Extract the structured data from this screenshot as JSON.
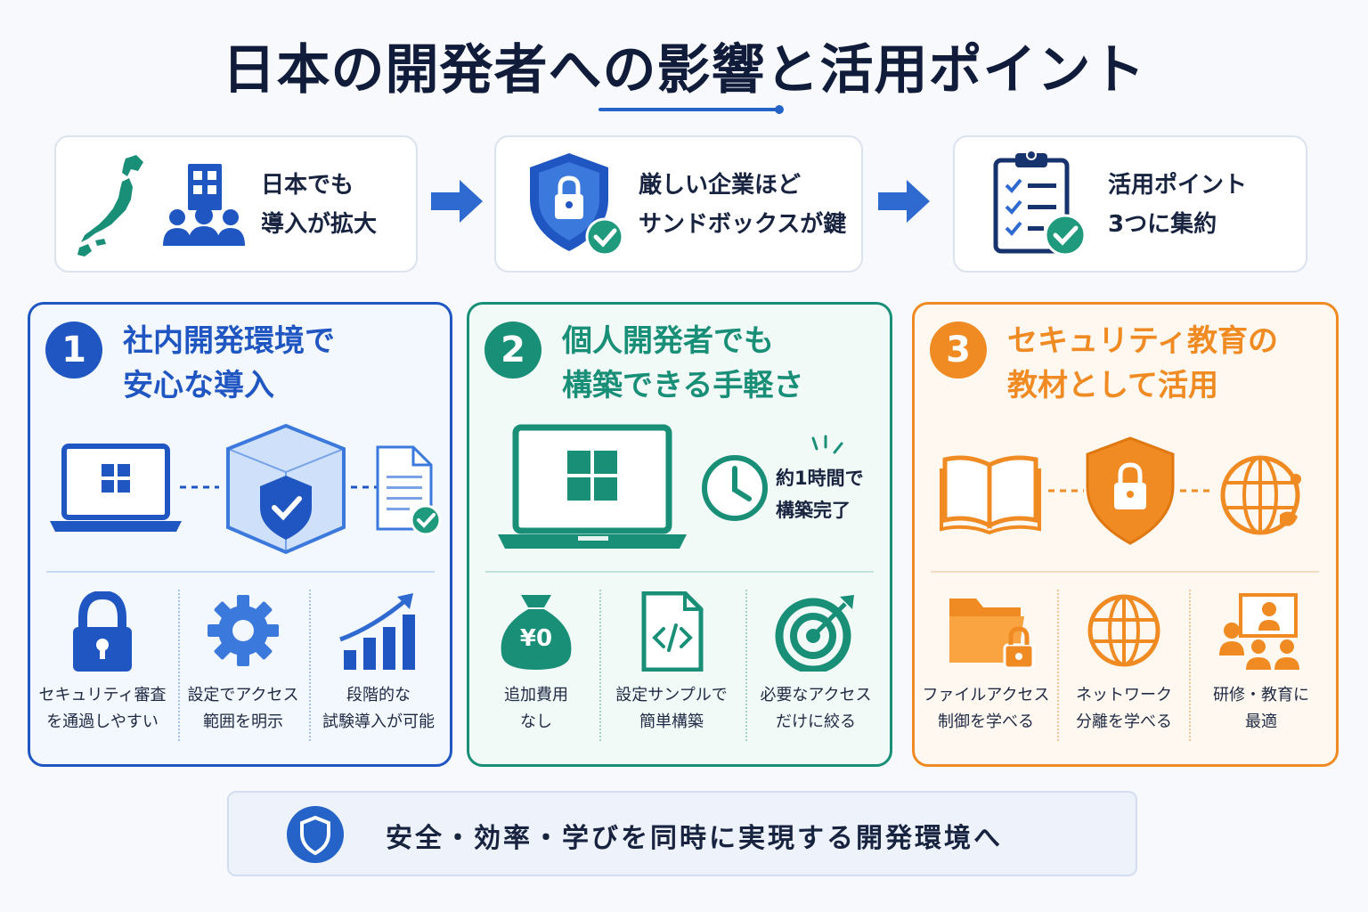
{
  "title": "日本の開発者への影響と活用ポイント",
  "steps": [
    {
      "line1": "日本でも",
      "line2": "導入が拡大"
    },
    {
      "line1": "厳しい企業ほど",
      "line2": "サンドボックスが鍵"
    },
    {
      "line1": "活用ポイント",
      "line2": "3つに集約"
    }
  ],
  "panels": [
    {
      "number": "1",
      "title_line1": "社内開発環境で",
      "title_line2": "安心な導入",
      "items": [
        {
          "line1": "セキュリティ審査",
          "line2": "を通過しやすい"
        },
        {
          "line1": "設定でアクセス",
          "line2": "範囲を明示"
        },
        {
          "line1": "段階的な",
          "line2": "試験導入が可能"
        }
      ]
    },
    {
      "number": "2",
      "title_line1": "個人開発者でも",
      "title_line2": "構築できる手軽さ",
      "clock_line1": "約1時間で",
      "clock_line2": "構築完了",
      "money_label": "¥0",
      "items": [
        {
          "line1": "追加費用",
          "line2": "なし"
        },
        {
          "line1": "設定サンプルで",
          "line2": "簡単構築"
        },
        {
          "line1": "必要なアクセス",
          "line2": "だけに絞る"
        }
      ]
    },
    {
      "number": "3",
      "title_line1": "セキュリティ教育の",
      "title_line2": "教材として活用",
      "items": [
        {
          "line1": "ファイルアクセス",
          "line2": "制御を学べる"
        },
        {
          "line1": "ネットワーク",
          "line2": "分離を学べる"
        },
        {
          "line1": "研修・教育に",
          "line2": "最適"
        }
      ]
    }
  ],
  "footer": "安全・効率・学びを同時に実現する開発環境へ",
  "colors": {
    "navy": "#1f56c1",
    "teal": "#1a8f78",
    "orange": "#f08a22",
    "check": "#1f9a7c"
  }
}
